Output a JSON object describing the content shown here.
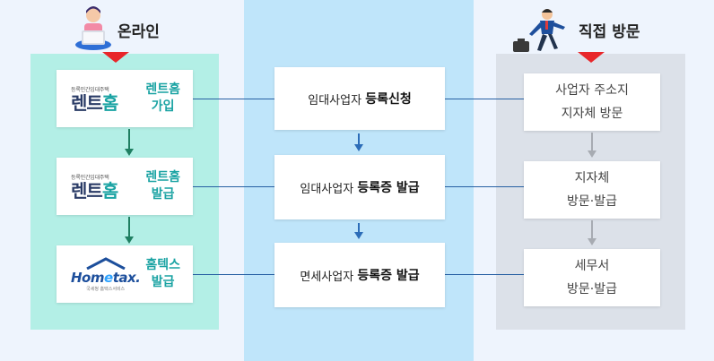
{
  "header": {
    "online_label": "온라인",
    "visit_label": "직접 방문"
  },
  "online": {
    "items": [
      {
        "logo_small": "등록민간임대주택",
        "logo_main_a": "렌트",
        "logo_main_b": "홈",
        "line1": "렌트홈",
        "line2": "가입"
      },
      {
        "logo_small": "등록민간임대주택",
        "logo_main_a": "렌트",
        "logo_main_b": "홈",
        "line1": "렌트홈",
        "line2": "발급"
      },
      {
        "logo_word_a": "Hom",
        "logo_word_e": "e",
        "logo_word_b": "tax.",
        "logo_small": "국세청 홈택스서비스",
        "line1": "홈텍스",
        "line2": "발급"
      }
    ]
  },
  "process": {
    "steps": [
      {
        "prefix": "임대사업자",
        "emphasis": "등록신청"
      },
      {
        "prefix": "임대사업자",
        "emphasis": "등록증 발급"
      },
      {
        "prefix": "면세사업자",
        "emphasis": "등록증 발급"
      }
    ]
  },
  "visit": {
    "items": [
      {
        "line1": "사업자 주소지",
        "line2": "지자체 방문"
      },
      {
        "line1": "지자체",
        "line2": "방문·발급"
      },
      {
        "line1": "세무서",
        "line2": "방문·발급"
      }
    ]
  },
  "colors": {
    "online_arrow": "#1f7f62",
    "process_arrow": "#2c6db8",
    "visit_arrow": "#a7abb2",
    "connector": "#2760a3",
    "accent_triangle": "#e8262a"
  }
}
